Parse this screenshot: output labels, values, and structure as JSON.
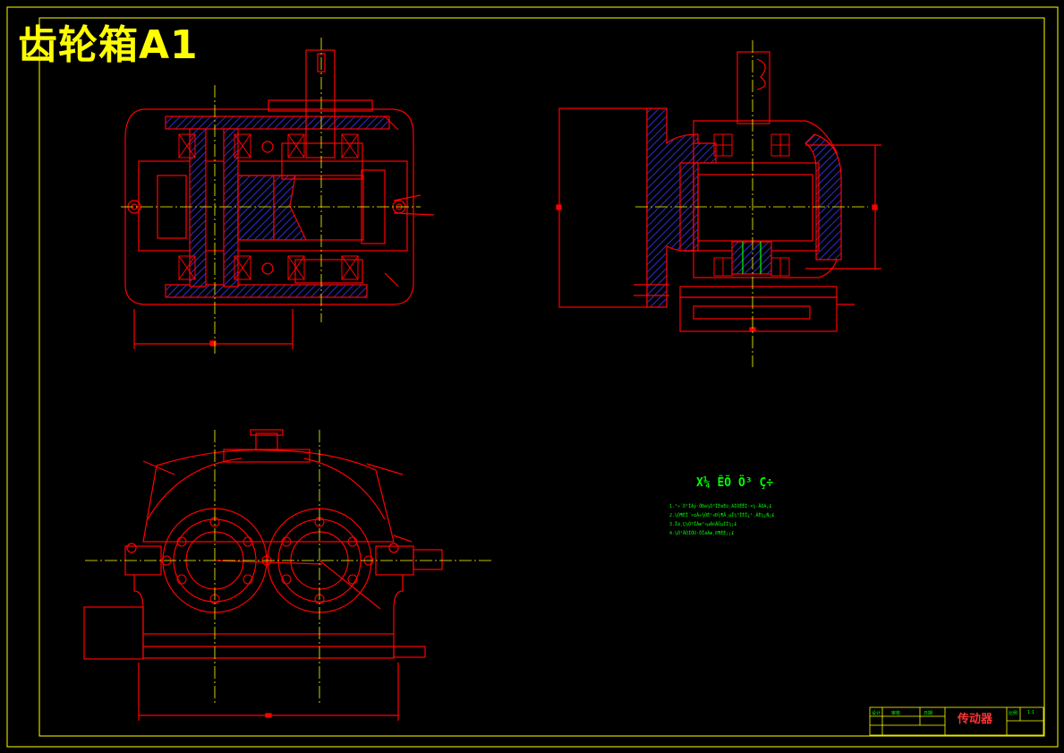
{
  "drawing": {
    "title": "齿轮箱A1",
    "colors": {
      "frame": "#ffff00",
      "geometry": "#ff0000",
      "hatch": "#3333ff",
      "notes": "#00ff00",
      "centerline": "#ffff00"
    }
  },
  "notes": {
    "title": "X¼ ÊÕ Ö³ Ç÷",
    "lines": [
      "1.²»´Ó²ÎÀý·ÖÐè¼Ó³ÏÉèÈ©¸ÃÍÓËÊÌ·×¼·ÅÓÁ¡£",
      "2.¼Ó¶ÈÎ´×¢Ã÷¾ÓÉ¹¤Ð¾¶Ä¸µÏ¼°ÎÈÎ¿¹¸ÃÈ¼¿Ñ¡£",
      "3.Ïä¸Ç½ÓºÏÃæ²»µÃ©ÂÛµÍÌ¼¡£",
      "4.¼Ó²ÄÓÍÔÚ·ÖÏäÃæ¸ß¶ÈÈ¡¡£"
    ]
  },
  "title_block": {
    "name": "传动器",
    "cells": [
      "设计",
      "审核",
      "日期",
      "比例",
      "1:1"
    ]
  }
}
